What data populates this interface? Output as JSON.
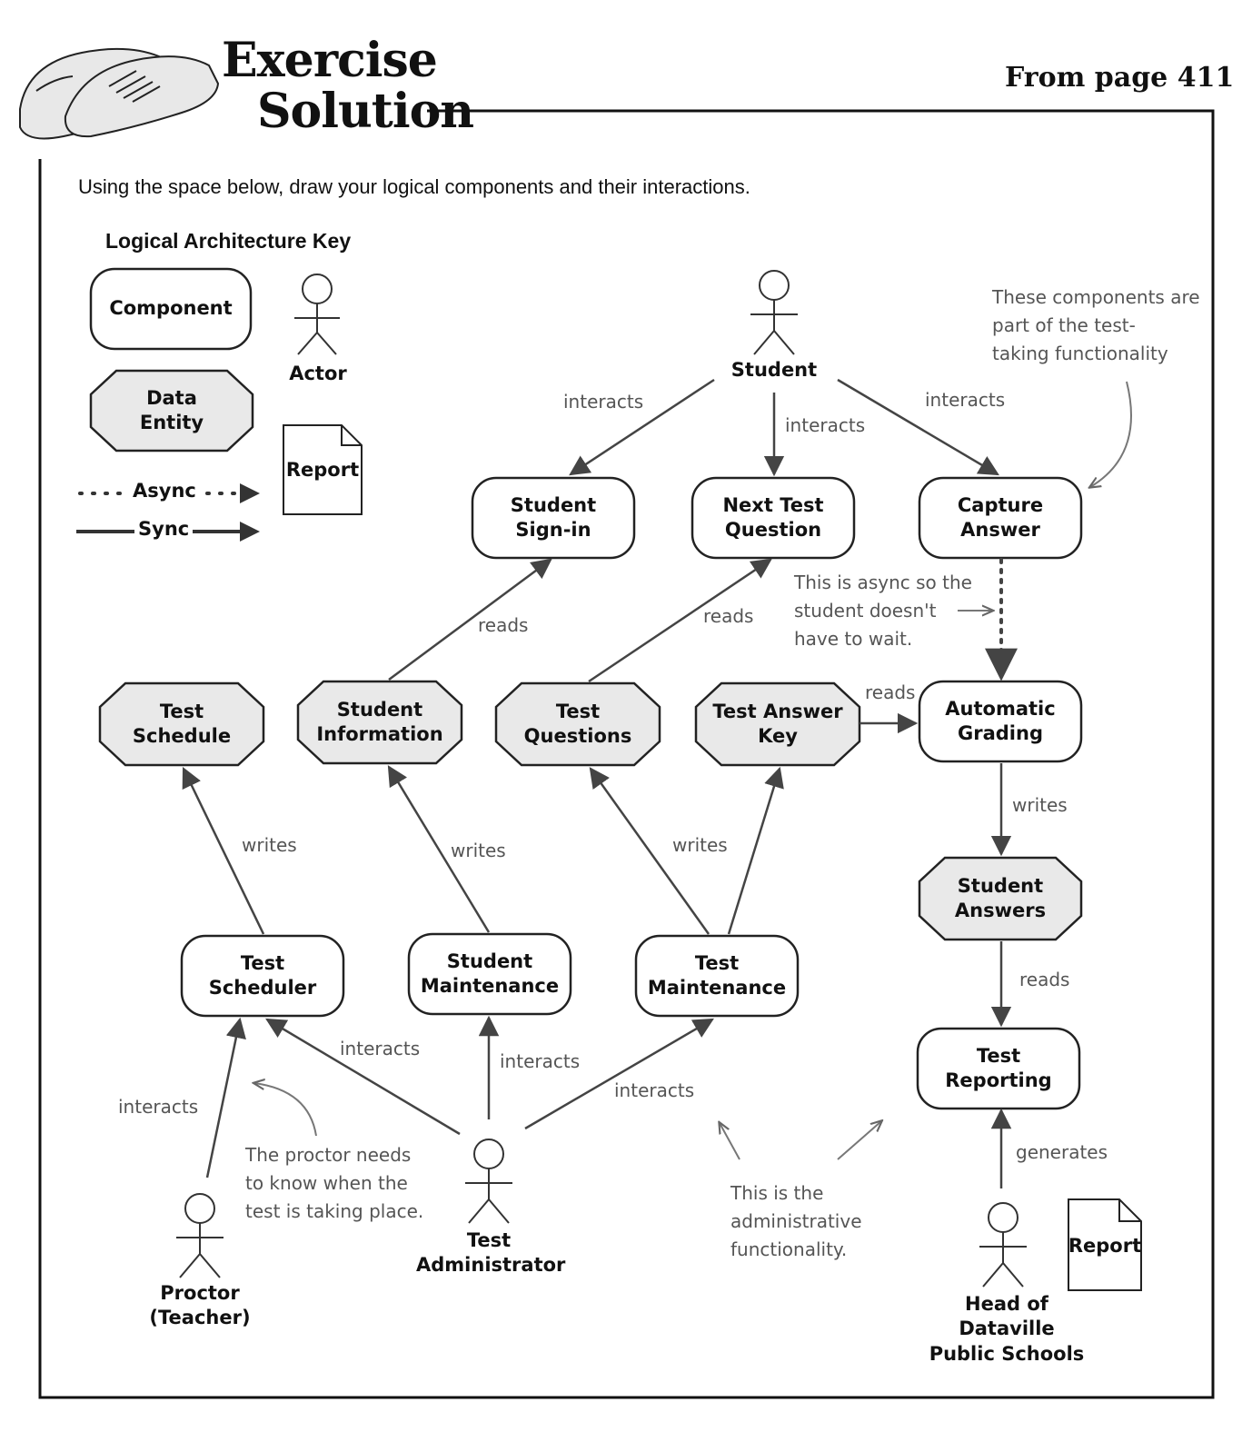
{
  "header": {
    "title_line1": "Exercise",
    "title_line2": "Solution",
    "page_ref": "From page 411"
  },
  "instructions": "Using the space below, draw your logical components and their interactions.",
  "key": {
    "title": "Logical Architecture Key",
    "component": "Component",
    "data_entity": "Data\nEntity",
    "actor": "Actor",
    "report": "Report",
    "async": "Async",
    "sync": "Sync"
  },
  "components": {
    "student_signin": "Student\nSign-in",
    "next_test_question": "Next Test\nQuestion",
    "capture_answer": "Capture\nAnswer",
    "automatic_grading": "Automatic\nGrading",
    "test_scheduler": "Test\nScheduler",
    "student_maintenance": "Student\nMaintenance",
    "test_maintenance": "Test\nMaintenance",
    "test_reporting": "Test\nReporting"
  },
  "entities": {
    "test_schedule": "Test\nSchedule",
    "student_information": "Student\nInformation",
    "test_questions": "Test\nQuestions",
    "test_answer_key": "Test Answer\nKey",
    "student_answers": "Student\nAnswers"
  },
  "actors": {
    "student": "Student",
    "proctor": "Proctor (Teacher)",
    "test_administrator": "Test\nAdministrator",
    "head": "Head of Dataville\nPublic Schools"
  },
  "report_label": "Report",
  "edges": {
    "interacts": "interacts",
    "reads": "reads",
    "writes": "writes",
    "generates": "generates"
  },
  "notes": {
    "test_taking": "These components are\npart of the test-\ntaking functionality",
    "async": "This is async so the\nstudent doesn't\nhave to wait.",
    "proctor": "The proctor needs\nto know when the\ntest is taking place.",
    "admin": "This is the\nadministrative\nfunctionality."
  }
}
